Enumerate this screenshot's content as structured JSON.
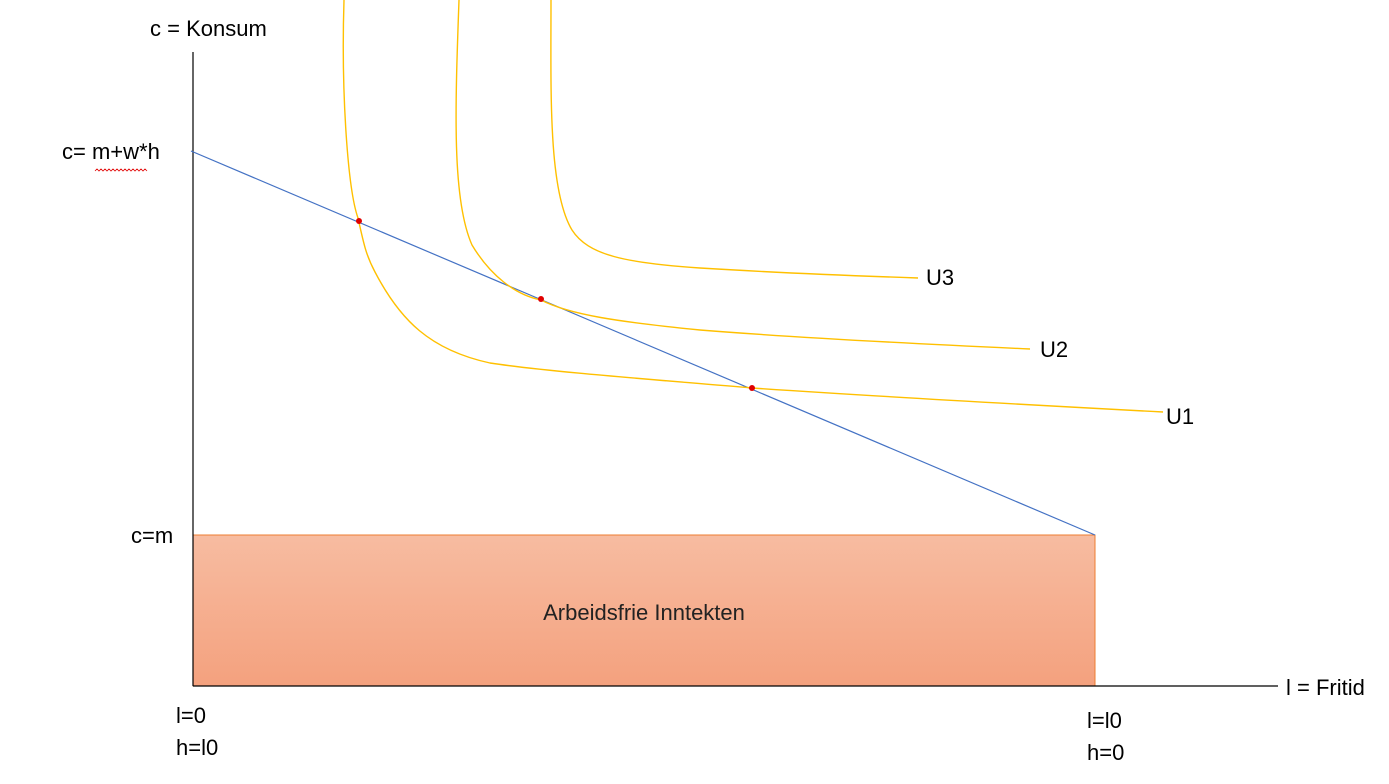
{
  "axes": {
    "y_label": "c = Konsum",
    "x_label": "l = Fritid"
  },
  "y_ticks": {
    "max_label": "c= m+w*h",
    "min_label": "c=m"
  },
  "x_ticks": {
    "origin_l": "l=0",
    "origin_h": "h=l0",
    "end_l": "l=l0",
    "end_h": "h=0"
  },
  "region": {
    "label": "Arbeidsfrie Inntekten"
  },
  "curves": {
    "u1": "U1",
    "u2": "U2",
    "u3": "U3"
  },
  "colors": {
    "axis": "#000000",
    "budget_line": "#4472c4",
    "indifference": "#ffc000",
    "points": "#e00000",
    "region_top": "#f7bca1",
    "region_bottom": "#f4a17e",
    "region_border": "#ed7d31"
  }
}
